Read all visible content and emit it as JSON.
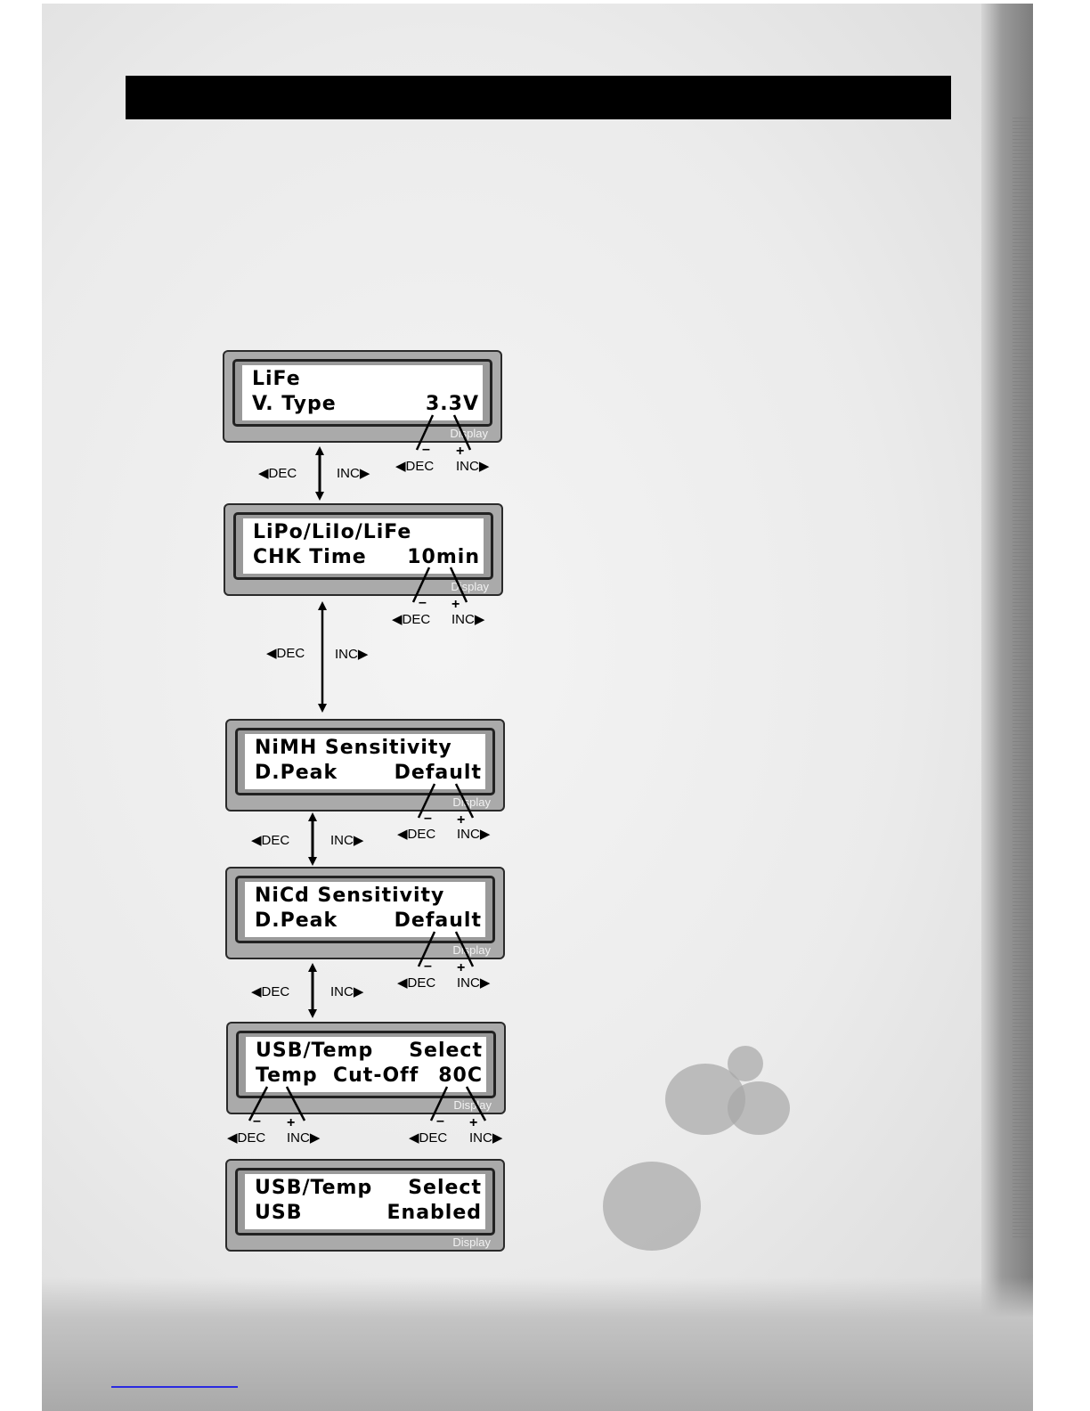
{
  "panels": [
    {
      "line1": "LiFe",
      "line1_right": "",
      "line2": "V. Type",
      "line2_right": "3.3V",
      "brand": "Display"
    },
    {
      "line1": "LiPo/LiIo/LiFe",
      "line1_right": "",
      "line2": "CHK Time",
      "line2_right": "10min",
      "brand": "Display"
    },
    {
      "line1": "NiMH Sensitivity",
      "line1_right": "",
      "line2": "D.Peak",
      "line2_right": "Default",
      "brand": "Display"
    },
    {
      "line1": "NiCd Sensitivity",
      "line1_right": "",
      "line2": "D.Peak",
      "line2_right": "Default",
      "brand": "Display"
    },
    {
      "line1": "USB/Temp",
      "line1_right": "Select",
      "line2": "Temp  Cut-Off",
      "line2_right": "80C",
      "brand": "Display"
    },
    {
      "line1": "USB/Temp",
      "line1_right": "Select",
      "line2": "USB",
      "line2_right": "Enabled",
      "brand": "Display"
    }
  ],
  "controls": {
    "dec": "◀DEC",
    "inc": "INC▶",
    "minus": "–",
    "plus": "+"
  }
}
